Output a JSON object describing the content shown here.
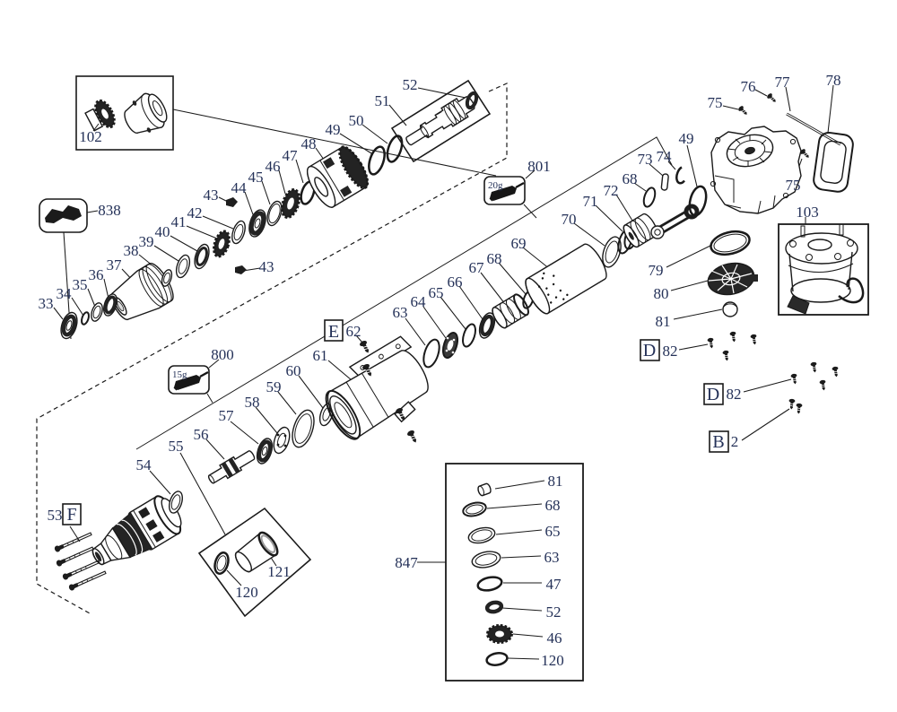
{
  "colors": {
    "line": "#1a1a1a",
    "label_text": "#243158",
    "background": "#ffffff"
  },
  "callouts": {
    "c102": "102",
    "c838": "838",
    "c33": "33",
    "c34": "34",
    "c35": "35",
    "c36": "36",
    "c37": "37",
    "c38": "38",
    "c39": "39",
    "c40": "40",
    "c41": "41",
    "c42": "42",
    "c43a": "43",
    "c43b": "43",
    "c44": "44",
    "c45": "45",
    "c46": "46",
    "c47": "47",
    "c48": "48",
    "c49a": "49",
    "c50": "50",
    "c51": "51",
    "c52": "52",
    "c800": "800",
    "c801": "801",
    "g15": "15g",
    "g20": "20g",
    "c53": "53",
    "c54": "54",
    "c55": "55",
    "c56": "56",
    "c57": "57",
    "c58": "58",
    "c59": "59",
    "c60": "60",
    "c61": "61",
    "c62": "62",
    "c63": "63",
    "c64": "64",
    "c65": "65",
    "c66": "66",
    "c67": "67",
    "c68a": "68",
    "c68b": "68",
    "c69": "69",
    "c70": "70",
    "c71": "71",
    "c72": "72",
    "c73": "73",
    "c74": "74",
    "c49b": "49",
    "c75a": "75",
    "c75b": "75",
    "c76": "76",
    "c77": "77",
    "c78": "78",
    "c79": "79",
    "c80": "80",
    "c81": "81",
    "c82a": "82",
    "c82b": "82",
    "c2": "2",
    "c103": "103",
    "c120": "120",
    "c121": "121",
    "c847": "847",
    "tagE": "E",
    "tagD": "D",
    "tagB": "B",
    "tagF": "F",
    "k81": "81",
    "k68": "68",
    "k65": "65",
    "k63": "63",
    "k47": "47",
    "k52": "52",
    "k46": "46",
    "k120": "120"
  }
}
